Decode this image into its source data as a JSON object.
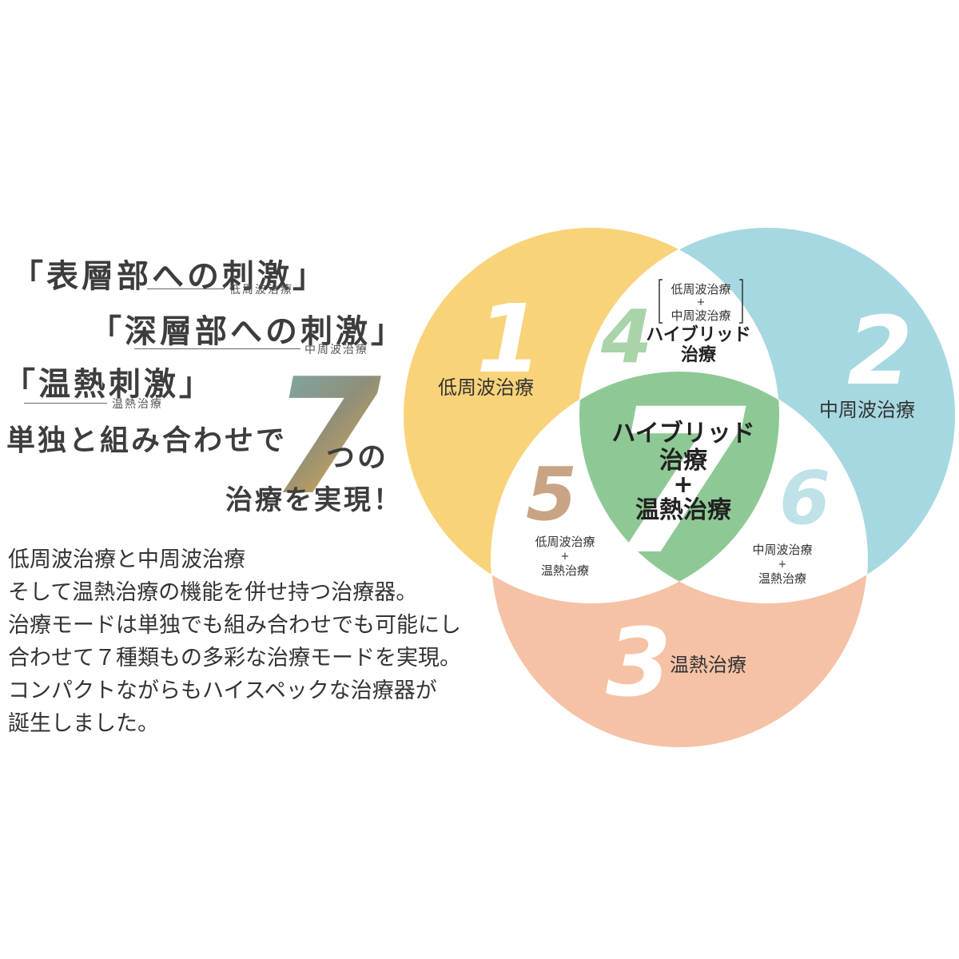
{
  "headline": {
    "line1": "「表層部への刺激」",
    "line1_sub": "低周波治療",
    "line2": "「深層部への刺激」",
    "line2_sub": "中周波治療",
    "line3": "「温熱刺激」",
    "line3_sub": "温熱治療",
    "line4": "単独と組み合わせで",
    "seven": "7",
    "tsu_no": "つの",
    "line5": "治療を実現！"
  },
  "description": [
    "低周波治療と中周波治療",
    "そして温熱治療の機能を併せ持つ治療器。",
    "治療モードは単独でも組み合わせでも可能にし",
    "合わせて７種類もの多彩な治療モードを実現。",
    "コンパクトながらもハイスペックな治療器が",
    "誕生しました。"
  ],
  "venn": {
    "circle1": {
      "number": "1",
      "label": "低周波治療",
      "color": "#f9d37a",
      "number_color": "#ffffff"
    },
    "circle2": {
      "number": "2",
      "label": "中周波治療",
      "color": "#a6d8e1",
      "number_color": "#ffffff"
    },
    "circle3": {
      "number": "3",
      "label": "温熱治療",
      "color": "#f5c2a6",
      "number_color": "#ffffff"
    },
    "region4": {
      "number": "4",
      "line1": "低周波治療",
      "plus": "+",
      "line2": "中周波治療",
      "title1": "ハイブリッド",
      "title2": "治療",
      "number_color": "#a9d3a9"
    },
    "region5": {
      "number": "5",
      "line1": "低周波治療",
      "plus": "+",
      "line2": "温熱治療",
      "number_color": "#c9a484"
    },
    "region6": {
      "number": "6",
      "line1": "中周波治療",
      "plus": "+",
      "line2": "温熱治療",
      "number_color": "#bfe1e8"
    },
    "region7": {
      "number": "7",
      "title1": "ハイブリッド",
      "title2": "治療",
      "plus": "+",
      "title3": "温熱治療",
      "color": "#8ec995",
      "number_color": "#ffffff"
    }
  }
}
